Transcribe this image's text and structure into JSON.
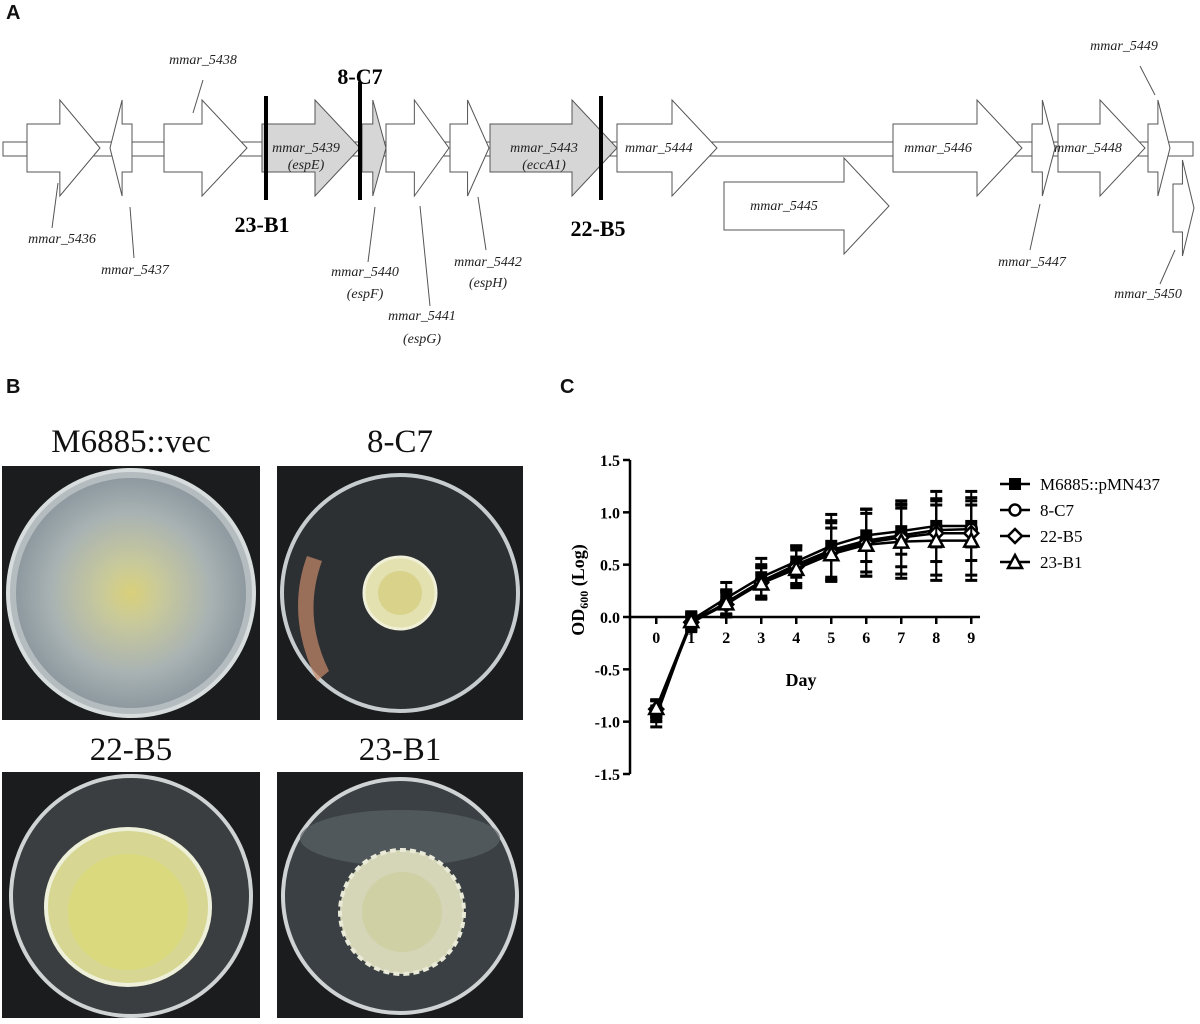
{
  "panels": {
    "a": "A",
    "b": "B",
    "c": "C"
  },
  "gene_map": {
    "genes": [
      {
        "id": "mmar_5436",
        "name": "mmar_5436"
      },
      {
        "id": "mmar_5437",
        "name": "mmar_5437"
      },
      {
        "id": "mmar_5438",
        "name": "mmar_5438"
      },
      {
        "id": "mmar_5439",
        "name": "mmar_5439",
        "alias": "(espE)"
      },
      {
        "id": "mmar_5440",
        "name": "mmar_5440",
        "alias": "(espF)"
      },
      {
        "id": "mmar_5441",
        "name": "mmar_5441",
        "alias": "(espG)"
      },
      {
        "id": "mmar_5442",
        "name": "mmar_5442",
        "alias": "(espH)"
      },
      {
        "id": "mmar_5443",
        "name": "mmar_5443",
        "alias": "(eccA1)"
      },
      {
        "id": "mmar_5444",
        "name": "mmar_5444"
      },
      {
        "id": "mmar_5445",
        "name": "mmar_5445"
      },
      {
        "id": "mmar_5446",
        "name": "mmar_5446"
      },
      {
        "id": "mmar_5447",
        "name": "mmar_5447"
      },
      {
        "id": "mmar_5448",
        "name": "mmar_5448"
      },
      {
        "id": "mmar_5449",
        "name": "mmar_5449"
      },
      {
        "id": "mmar_5450",
        "name": "mmar_5450"
      }
    ],
    "insertions": [
      {
        "label": "8-C7"
      },
      {
        "label": "23-B1"
      },
      {
        "label": "22-B5"
      }
    ],
    "colors": {
      "highlight": "#d6d6d6",
      "plain": "#ffffff",
      "stroke": "#555555"
    }
  },
  "plates": [
    {
      "title": "M6885::vec",
      "colony": "spreading"
    },
    {
      "title": "8-C7",
      "colony": "small"
    },
    {
      "title": "22-B5",
      "colony": "large"
    },
    {
      "title": "23-B1",
      "colony": "medium"
    }
  ],
  "chart_data": {
    "type": "line",
    "xlabel": "Day",
    "ylabel": "OD600 (Log)",
    "ylabel_main": "OD",
    "ylabel_sub": "600",
    "ylabel_tail": " (Log)",
    "x": [
      0,
      1,
      2,
      3,
      4,
      5,
      6,
      7,
      8,
      9
    ],
    "x_ticks": [
      "0",
      "1",
      "2",
      "3",
      "4",
      "5",
      "6",
      "7",
      "8",
      "9"
    ],
    "y_ticks": [
      "1.5",
      "1.0",
      "0.5",
      "0.0",
      "-0.5",
      "-1.0",
      "-1.5"
    ],
    "ylim": [
      -1.5,
      1.5
    ],
    "series": [
      {
        "name": "M6885::pMN437",
        "marker": "square",
        "values": [
          -0.95,
          -0.03,
          0.18,
          0.38,
          0.53,
          0.68,
          0.78,
          0.82,
          0.87,
          0.87
        ],
        "errors": [
          0.1,
          0.08,
          0.15,
          0.18,
          0.15,
          0.3,
          0.25,
          0.22,
          0.2,
          0.2
        ]
      },
      {
        "name": "8-C7",
        "marker": "circle",
        "values": [
          -0.9,
          -0.06,
          0.14,
          0.34,
          0.5,
          0.64,
          0.73,
          0.78,
          0.83,
          0.84
        ],
        "errors": [
          0.1,
          0.08,
          0.12,
          0.16,
          0.18,
          0.28,
          0.3,
          0.3,
          0.3,
          0.3
        ]
      },
      {
        "name": "22-B5",
        "marker": "diamond",
        "values": [
          -0.88,
          -0.05,
          0.12,
          0.33,
          0.48,
          0.62,
          0.71,
          0.76,
          0.8,
          0.8
        ],
        "errors": [
          0.08,
          0.08,
          0.12,
          0.15,
          0.18,
          0.28,
          0.32,
          0.35,
          0.4,
          0.4
        ]
      },
      {
        "name": "23-B1",
        "marker": "triangle",
        "values": [
          -0.87,
          -0.04,
          0.13,
          0.32,
          0.46,
          0.6,
          0.69,
          0.72,
          0.73,
          0.73
        ],
        "errors": [
          0.08,
          0.08,
          0.12,
          0.15,
          0.18,
          0.25,
          0.3,
          0.35,
          0.38,
          0.38
        ]
      }
    ],
    "legend_position": "right",
    "grid": false
  }
}
